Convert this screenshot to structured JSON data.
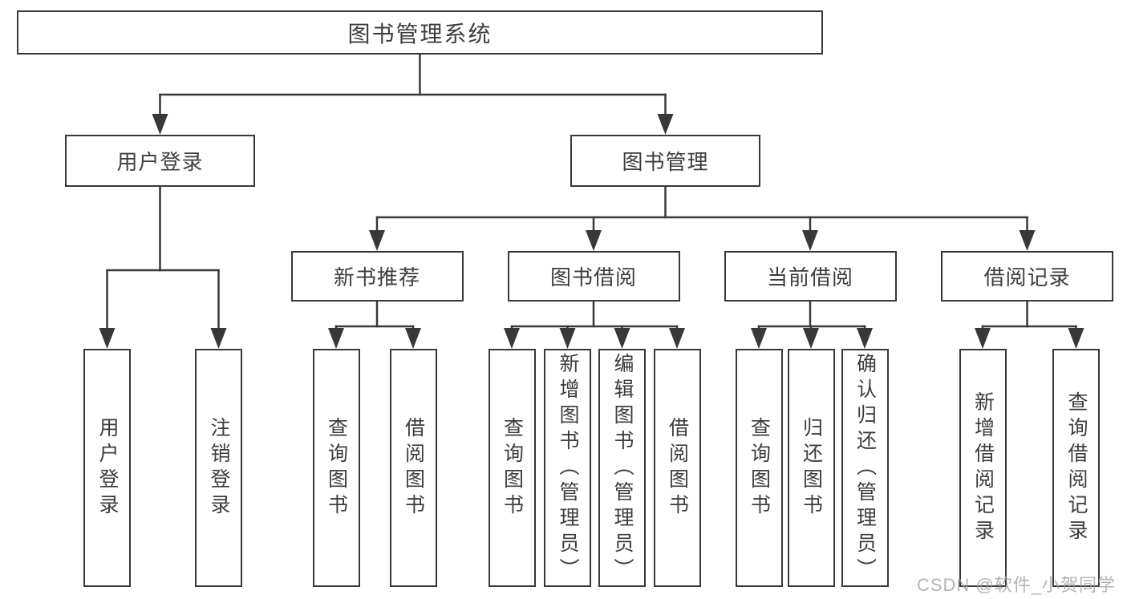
{
  "diagram": {
    "title": "图书管理系统",
    "level2": [
      {
        "label": "用户登录"
      },
      {
        "label": "图书管理"
      }
    ],
    "level3": [
      {
        "label": "新书推荐"
      },
      {
        "label": "图书借阅"
      },
      {
        "label": "当前借阅"
      },
      {
        "label": "借阅记录"
      }
    ],
    "leaves": {
      "user_login": [
        {
          "label": "用户登录"
        },
        {
          "label": "注销登录"
        }
      ],
      "new_books": [
        {
          "label": "查询图书"
        },
        {
          "label": "借阅图书"
        }
      ],
      "book_borrow": [
        {
          "label": "查询图书"
        },
        {
          "label": "新增图书（管理员）"
        },
        {
          "label": "编辑图书（管理员）"
        },
        {
          "label": "借阅图书"
        }
      ],
      "current_borrow": [
        {
          "label": "查询图书"
        },
        {
          "label": "归还图书"
        },
        {
          "label": "确认归还（管理员）"
        }
      ],
      "borrow_records": [
        {
          "label": "新增借阅记录"
        },
        {
          "label": "查询借阅记录"
        }
      ]
    }
  },
  "watermark": "CSDN @软件_小贺同学",
  "colors": {
    "line": "#383838",
    "text": "#3d3d3d",
    "watermark": "#a0a0a0",
    "background": "#ffffff"
  }
}
